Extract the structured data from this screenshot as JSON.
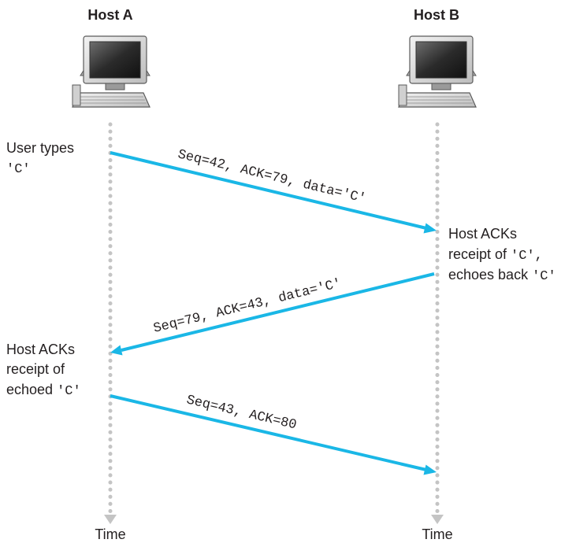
{
  "hosts": {
    "a": {
      "title": "Host A",
      "icon": "computer-icon"
    },
    "b": {
      "title": "Host B",
      "icon": "computer-icon"
    }
  },
  "messages": [
    {
      "label": "Seq=42, ACK=79, data='C'",
      "direction": "A-to-B"
    },
    {
      "label": "Seq=79, ACK=43, data='C'",
      "direction": "B-to-A"
    },
    {
      "label": "Seq=43, ACK=80",
      "direction": "A-to-B"
    }
  ],
  "annotations": {
    "user_types": {
      "line1": "User types",
      "code": "'C'"
    },
    "host_b_ack": {
      "line1": "Host ACKs",
      "line2_prefix": "receipt of ",
      "line2_code": "'C',",
      "line3_prefix": "echoes back ",
      "line3_code": "'C'"
    },
    "host_a_ack": {
      "line1": "Host ACKs",
      "line2": "receipt of",
      "line3_prefix": "echoed ",
      "line3_code": "'C'"
    }
  },
  "time_labels": {
    "a": "Time",
    "b": "Time"
  },
  "colors": {
    "arrow": "#1ab7e6",
    "timeline": "#c4c4c4",
    "text": "#231f20"
  }
}
